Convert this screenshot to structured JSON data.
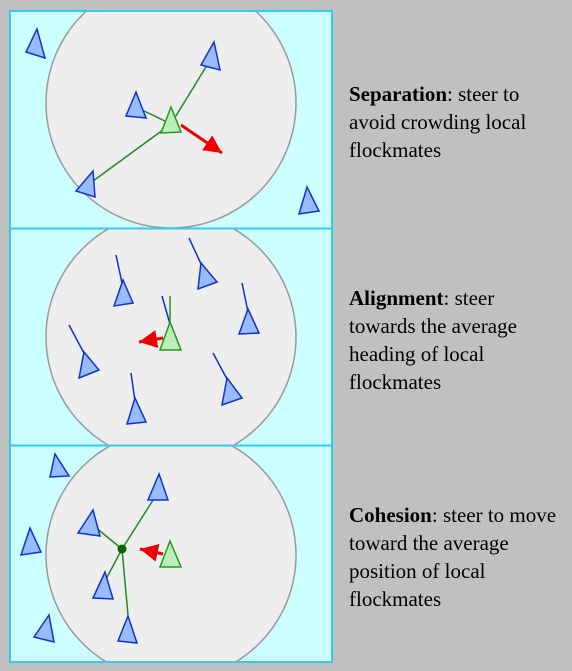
{
  "colors": {
    "page_background": "#c0c0c0",
    "panel_background": "#ccffff",
    "panel_border": "#33ccee",
    "neighborhood_fill": "#eeeeee",
    "neighborhood_stroke": "#999999",
    "flockmate_fill": "#99bbff",
    "flockmate_stroke": "#1133cc",
    "focal_boid_fill": "#bbeebb",
    "focal_boid_stroke": "#229922",
    "steer_arrow": "#ee0000",
    "connector_line": "#228822"
  },
  "panels": [
    {
      "key": "separation",
      "rule_name": "Separation",
      "description": ": steer to avoid crowding local flockmates",
      "icons": [
        "flockmate-triangle-icon",
        "focal-boid-triangle-icon",
        "red-steer-arrow-icon"
      ]
    },
    {
      "key": "alignment",
      "rule_name": "Alignment",
      "description": ": steer towards the average heading of local flockmates",
      "icons": [
        "flockmate-triangle-icon",
        "heading-line-icon",
        "focal-boid-triangle-icon",
        "red-steer-arrow-icon"
      ]
    },
    {
      "key": "cohesion",
      "rule_name": "Cohesion",
      "description": ": steer to move toward the average position of local flockmates",
      "icons": [
        "flockmate-triangle-icon",
        "centroid-dot-icon",
        "focal-boid-triangle-icon",
        "red-steer-arrow-icon"
      ]
    }
  ]
}
